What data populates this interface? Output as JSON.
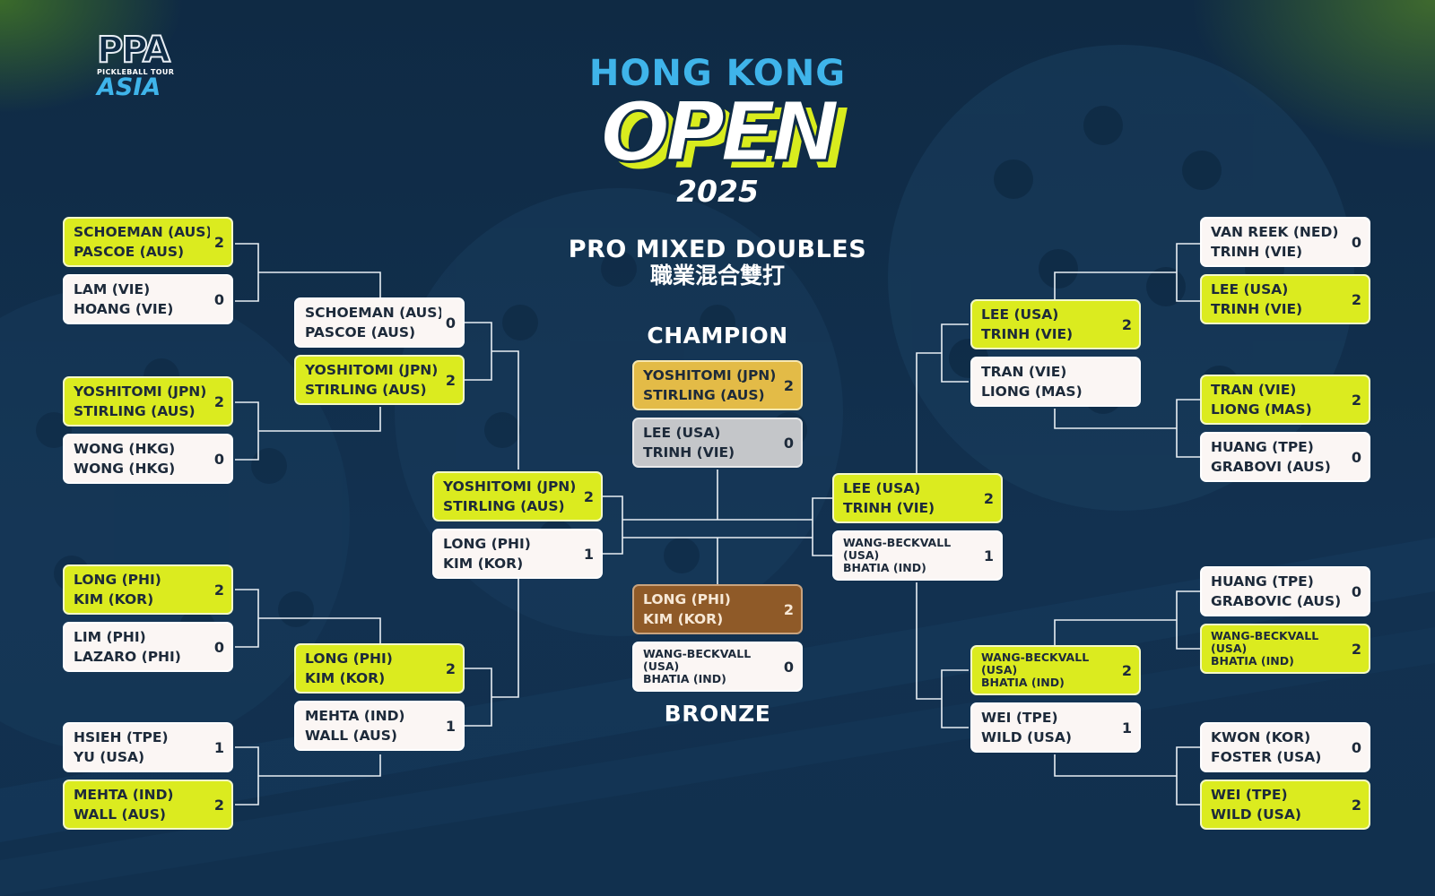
{
  "logo": {
    "ppa": "PPA",
    "tour": "PICKLEBALL TOUR",
    "asia": "ASIA"
  },
  "header": {
    "line1": "HONG KONG",
    "line2": "OPEN",
    "year": "2025"
  },
  "event": {
    "en": "PRO MIXED DOUBLES",
    "zh": "職業混合雙打"
  },
  "labels": {
    "champion": "CHAMPION",
    "bronze": "BRONZE"
  },
  "colors": {
    "background": "#0f2c46",
    "winner": "#dbeb1f",
    "gold": "#e3bb47",
    "silver": "#c4c6c9",
    "bronze": "#8f5a28",
    "accent": "#3fb4ea"
  },
  "matches": {
    "L1": [
      {
        "p1": "SCHOEMAN (AUS)",
        "p2": "PASCOE (AUS)",
        "score": "2"
      },
      {
        "p1": "LAM (VIE)",
        "p2": "HOANG (VIE)",
        "score": "0"
      }
    ],
    "L2": [
      {
        "p1": "YOSHITOMI (JPN)",
        "p2": "STIRLING (AUS)",
        "score": "2"
      },
      {
        "p1": "WONG (HKG)",
        "p2": "WONG (HKG)",
        "score": "0"
      }
    ],
    "L3": [
      {
        "p1": "LONG (PHI)",
        "p2": "KIM (KOR)",
        "score": "2"
      },
      {
        "p1": "LIM (PHI)",
        "p2": "LAZARO (PHI)",
        "score": "0"
      }
    ],
    "L4": [
      {
        "p1": "HSIEH (TPE)",
        "p2": "YU (USA)",
        "score": "1"
      },
      {
        "p1": "MEHTA (IND)",
        "p2": "WALL (AUS)",
        "score": "2"
      }
    ],
    "LQ1": [
      {
        "p1": "SCHOEMAN (AUS)",
        "p2": "PASCOE (AUS)",
        "score": "0"
      },
      {
        "p1": "YOSHITOMI (JPN)",
        "p2": "STIRLING (AUS)",
        "score": "2"
      }
    ],
    "LQ2": [
      {
        "p1": "LONG (PHI)",
        "p2": "KIM (KOR)",
        "score": "2"
      },
      {
        "p1": "MEHTA (IND)",
        "p2": "WALL (AUS)",
        "score": "1"
      }
    ],
    "LS": [
      {
        "p1": "YOSHITOMI (JPN)",
        "p2": "STIRLING (AUS)",
        "score": "2"
      },
      {
        "p1": "LONG (PHI)",
        "p2": "KIM (KOR)",
        "score": "1"
      }
    ],
    "R1": [
      {
        "p1": "VAN REEK (NED)",
        "p2": "TRINH (VIE)",
        "score": "0"
      },
      {
        "p1": "LEE (USA)",
        "p2": "TRINH (VIE)",
        "score": "2"
      }
    ],
    "R2": [
      {
        "p1": "TRAN (VIE)",
        "p2": "LIONG (MAS)",
        "score": "2"
      },
      {
        "p1": "HUANG (TPE)",
        "p2": "GRABOVI (AUS)",
        "score": "0"
      }
    ],
    "R3": [
      {
        "p1": "HUANG (TPE)",
        "p2": "GRABOVIC (AUS)",
        "score": "0"
      },
      {
        "p1": "WANG-BECKVALL",
        "p2": "(USA)",
        "p3": "BHATIA (IND)",
        "score": "2"
      }
    ],
    "R4": [
      {
        "p1": "KWON (KOR)",
        "p2": "FOSTER (USA)",
        "score": "0"
      },
      {
        "p1": "WEI (TPE)",
        "p2": "WILD (USA)",
        "score": "2"
      }
    ],
    "RQ1": [
      {
        "p1": "LEE (USA)",
        "p2": "TRINH (VIE)",
        "score": "2"
      },
      {
        "p1": "TRAN (VIE)",
        "p2": "LIONG (MAS)",
        "score": ""
      }
    ],
    "RQ2": [
      {
        "p1": "WANG-BECKVALL",
        "p2": "(USA)",
        "p3": "BHATIA (IND)",
        "score": "2"
      },
      {
        "p1": "WEI (TPE)",
        "p2": "WILD (USA)",
        "score": "1"
      }
    ],
    "RS": [
      {
        "p1": "LEE (USA)",
        "p2": "TRINH (VIE)",
        "score": "2"
      },
      {
        "p1": "WANG-BECKVALL",
        "p2": "(USA)",
        "p3": "BHATIA (IND)",
        "score": "1"
      }
    ],
    "final": [
      {
        "p1": "YOSHITOMI (JPN)",
        "p2": "STIRLING (AUS)",
        "score": "2"
      },
      {
        "p1": "LEE (USA)",
        "p2": "TRINH (VIE)",
        "score": "0"
      }
    ],
    "bronze_match": [
      {
        "p1": "LONG (PHI)",
        "p2": "KIM (KOR)",
        "score": "2"
      },
      {
        "p1": "WANG-BECKVALL",
        "p2": "(USA)",
        "p3": "BHATIA (IND)",
        "score": "0"
      }
    ]
  }
}
